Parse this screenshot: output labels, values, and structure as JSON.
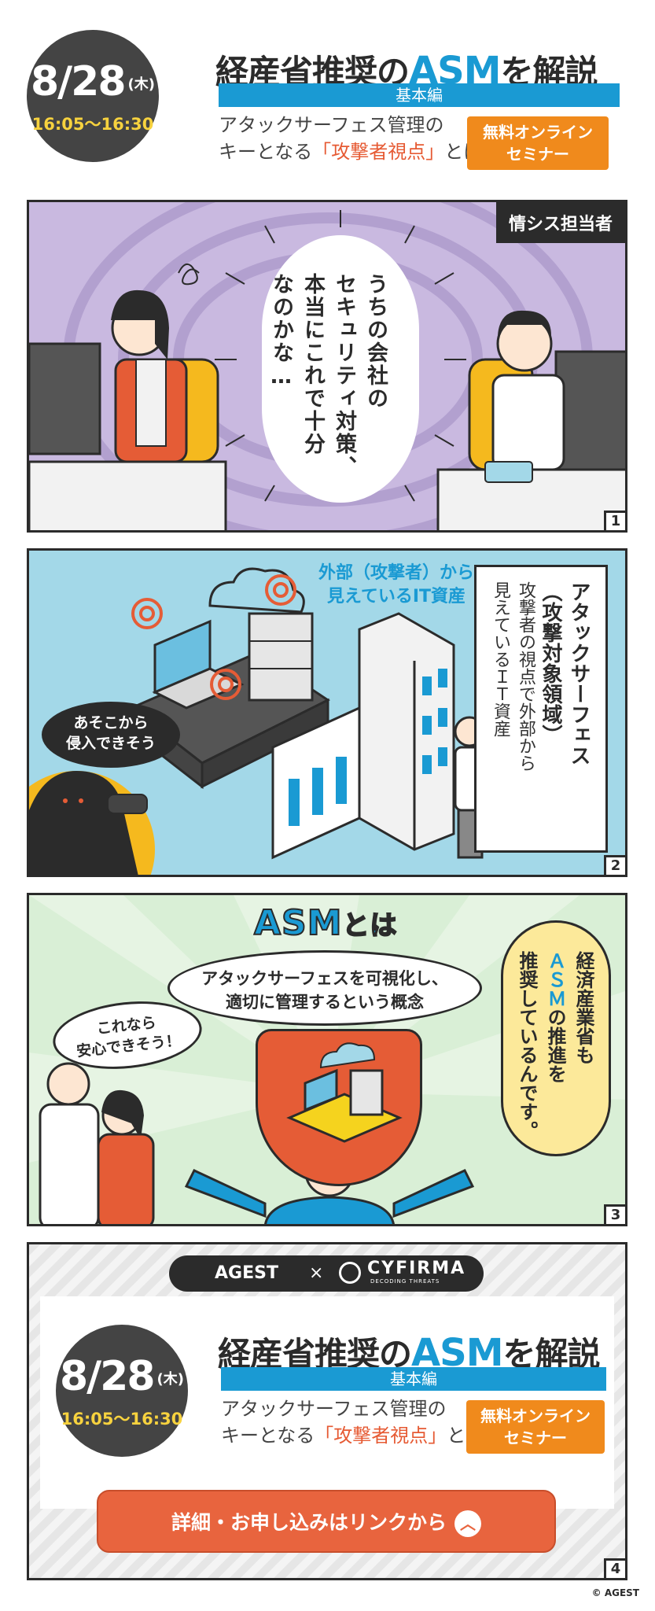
{
  "header": {
    "date": "8/28",
    "day_of_week": "(木)",
    "time": "16:05〜16:30",
    "headline_pre": "経産省推奨の",
    "headline_asm": "ASM",
    "headline_post": "を解説",
    "subtitle": "基本編",
    "lead_line1": "アタックサーフェス管理の",
    "lead_line2_pre": "キーとなる",
    "lead_line2_hl": "「攻撃者視点」",
    "lead_line2_post": "とは？",
    "badge_line1": "無料オンライン",
    "badge_line2": "セミナー"
  },
  "panel1": {
    "number": "1",
    "role": "情シス担当者",
    "thought_line1": "うちの会社の",
    "thought_line2": "セキュリティ対策、",
    "thought_line3": "本当にこれで十分",
    "thought_line4": "なのかな…"
  },
  "panel2": {
    "number": "2",
    "external_label_line1": "外部（攻撃者）から",
    "external_label_line2": "見えているIT資産",
    "attacker_line1": "あそこから",
    "attacker_line2": "侵入できそう",
    "definition_title1": "アタックサーフェス",
    "definition_title2": "（攻撃対象領域）",
    "definition_body1": "攻撃者の視点で外部から",
    "definition_body2": "見えているＩＴ資産"
  },
  "panel3": {
    "number": "3",
    "asm_title": "ASM",
    "asm_title_suffix": "とは",
    "concept_line1": "アタックサーフェスを可視化し、",
    "concept_line2": "適切に管理するという概念",
    "relief_line1": "これなら",
    "relief_line2": "安心できそう！",
    "meti_line1": "経済産業省も",
    "meti_asm": "ＡＳＭ",
    "meti_line2_post": "の推進を",
    "meti_line3": "推奨しているんです。"
  },
  "panel4": {
    "number": "4",
    "logo_left": "AGEST",
    "logo_x": "×",
    "logo_right": "CYFIRMA",
    "logo_right_tagline": "DECODING THREATS",
    "cta_label": "詳細・お申し込みはリンクから",
    "cta_icon": "chevron-up-icon"
  },
  "footer": {
    "copyright": "© AGEST"
  },
  "colors": {
    "accent_blue": "#1a9ad3",
    "accent_orange": "#f08a1c",
    "accent_red": "#e8643e",
    "dark": "#2b2b2b",
    "panel1_bg": "#c9b9e0",
    "panel2_bg": "#a3d8e8",
    "panel3_bg": "#d9efd6"
  }
}
